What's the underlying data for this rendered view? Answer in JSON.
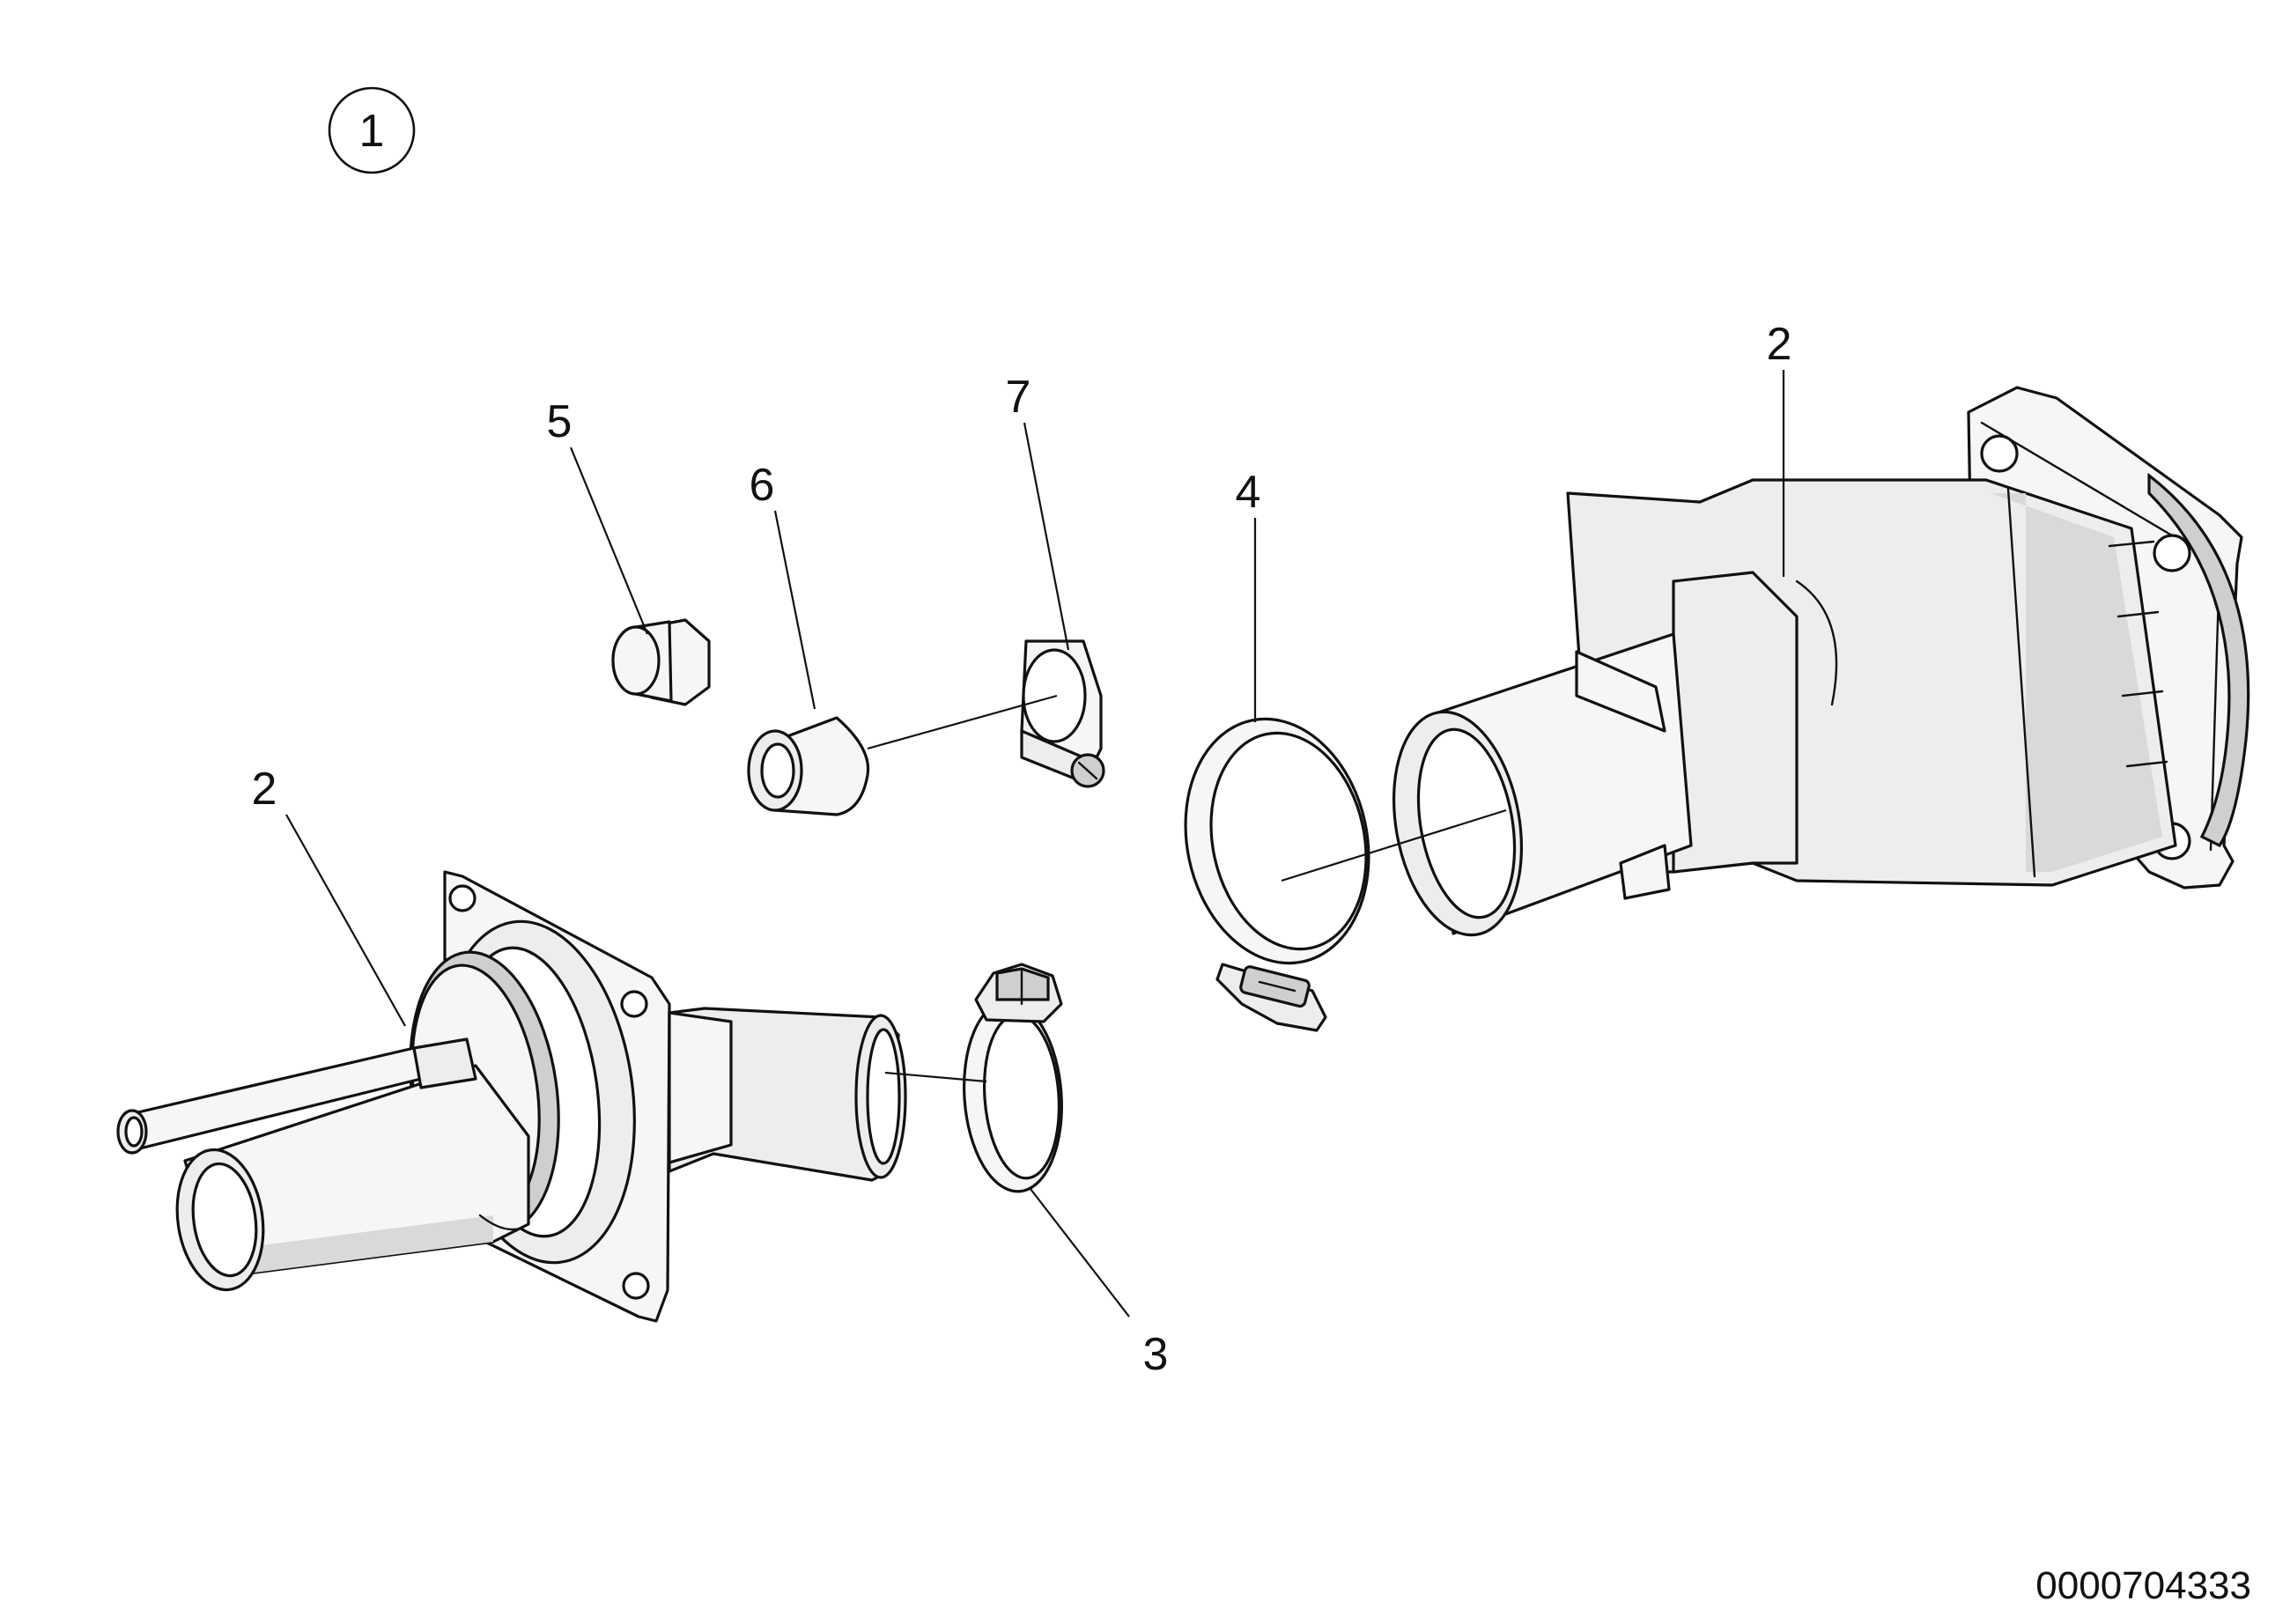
{
  "diagram": {
    "assembly_marker": "1",
    "document_number": "0000704333",
    "callouts": {
      "pipe_left": "2",
      "pipe_right": "2",
      "clamp_small": "3",
      "clamp_large": "4",
      "plug": "5",
      "sleeve": "6",
      "clip": "7"
    }
  }
}
